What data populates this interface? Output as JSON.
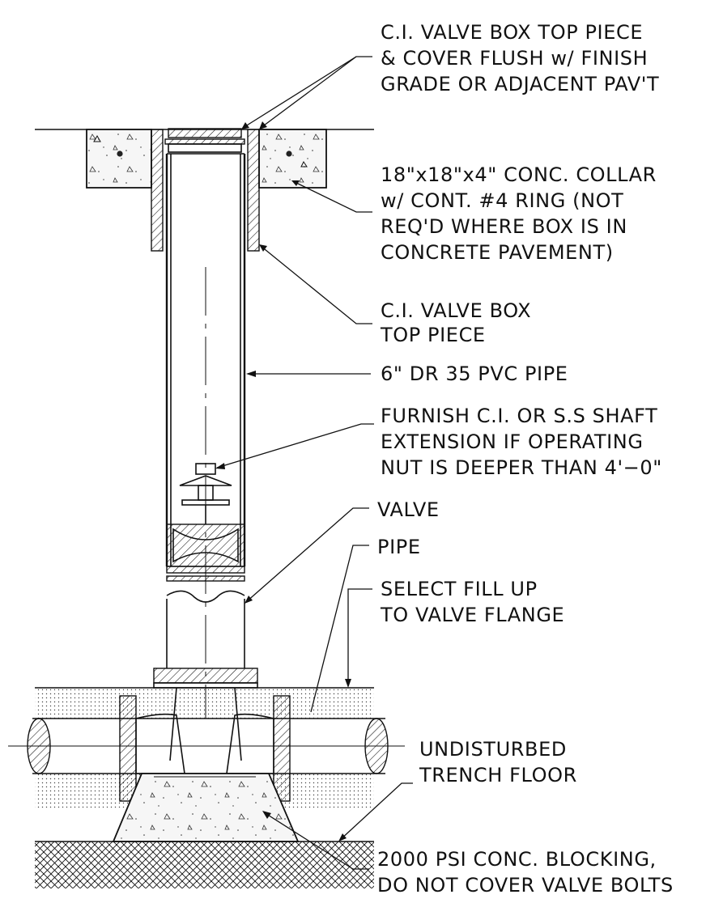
{
  "callouts": [
    {
      "id": "valve-box-cover",
      "lines": [
        "C.I. VALVE BOX TOP PIECE",
        "& COVER FLUSH w/ FINISH",
        "GRADE OR ADJACENT PAV'T"
      ]
    },
    {
      "id": "concrete-collar",
      "lines": [
        "18\"x18\"x4\" CONC. COLLAR",
        "w/ CONT. #4 RING (NOT",
        "REQ'D WHERE BOX IS IN",
        "CONCRETE PAVEMENT)"
      ]
    },
    {
      "id": "valve-box-top-piece",
      "lines": [
        "C.I. VALVE BOX",
        "TOP PIECE"
      ]
    },
    {
      "id": "pvc-pipe",
      "lines": [
        "6\" DR 35 PVC PIPE"
      ]
    },
    {
      "id": "shaft-extension",
      "lines": [
        "FURNISH C.I. OR S.S SHAFT",
        "EXTENSION IF OPERATING",
        "NUT IS DEEPER THAN 4'−0\""
      ]
    },
    {
      "id": "valve",
      "lines": [
        "VALVE"
      ]
    },
    {
      "id": "pipe",
      "lines": [
        "PIPE"
      ]
    },
    {
      "id": "select-fill",
      "lines": [
        "SELECT FILL UP",
        "TO VALVE FLANGE"
      ]
    },
    {
      "id": "trench-floor",
      "lines": [
        "UNDISTURBED",
        "TRENCH FLOOR"
      ]
    },
    {
      "id": "concrete-blocking",
      "lines": [
        "2000 PSI CONC. BLOCKING,",
        "DO NOT COVER VALVE BOLTS"
      ]
    }
  ],
  "colors": {
    "ink": "#111111",
    "background": "#ffffff"
  }
}
